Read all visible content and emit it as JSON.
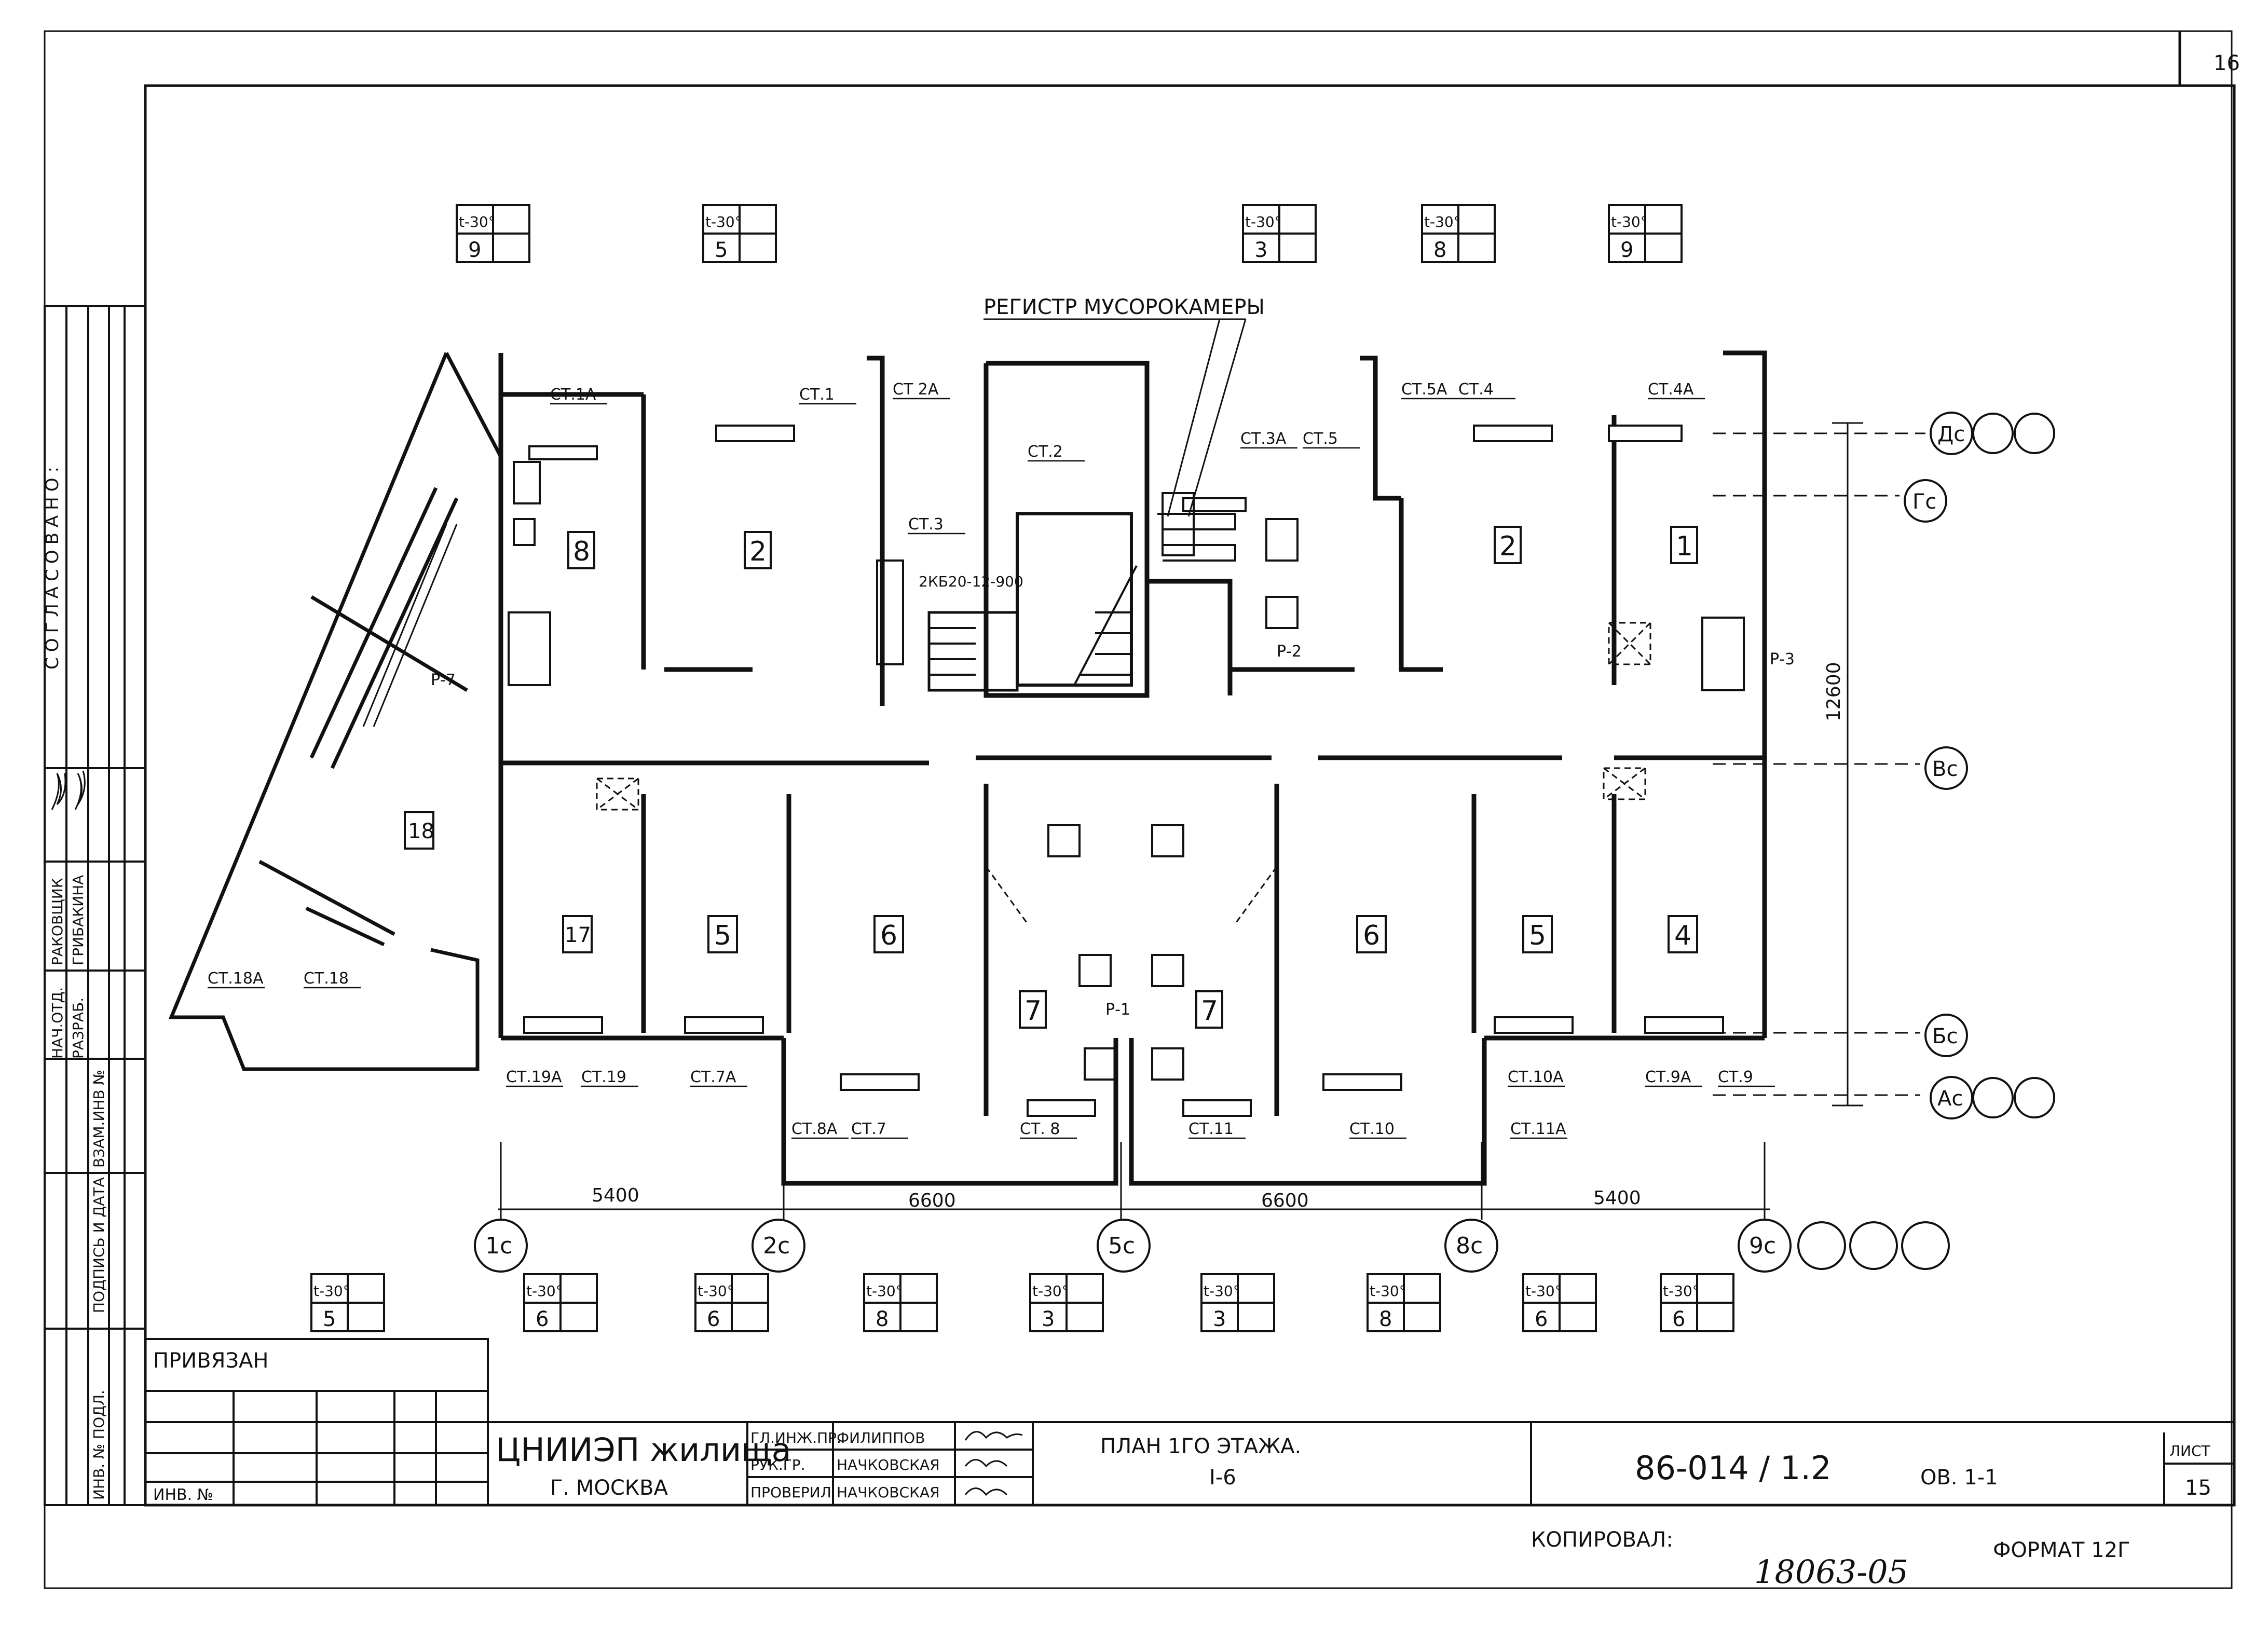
{
  "sheet": {
    "corner_number": "16",
    "agreed": "СОГЛАСОВАНО:",
    "sheet_label": "ЛИСТ",
    "sheet_number": "15",
    "format": "ФОРМАТ 12Г",
    "copied_by": "КОПИРОВАЛ:",
    "copy_number": "18063-05",
    "project_code": "86-014 / 1.2",
    "doc_code": "ОВ. 1-1",
    "title_line1": "ПЛАН 1ГО ЭТАЖА.",
    "title_line2": "I-6",
    "org_line1": "ЦНИИЭП жилища",
    "org_line2": "Г. МОСКВА",
    "tied": "ПРИВЯЗАН",
    "inv_no": "ИНВ. №"
  },
  "left_stamp": {
    "rows": [
      {
        "role": "НАЧ.ОТД.",
        "name": "РАКОВЩИК"
      },
      {
        "role": "РАЗРАБ.",
        "name": "ГРИБАКИНА"
      }
    ],
    "side_labels": [
      "ВЗАМ.ИНВ №",
      "ПОДПИСЬ И ДАТА",
      "ИНВ. № ПОДЛ."
    ]
  },
  "title_block": {
    "people": [
      {
        "role": "ГЛ.ИНЖ.ПР.",
        "name": "ФИЛИППОВ"
      },
      {
        "role": "РУК.ГР.",
        "name": "НАЧКОВСКАЯ"
      },
      {
        "role": "ПРОВЕРИЛ",
        "name": "НАЧКОВСКАЯ"
      }
    ]
  },
  "plan": {
    "register_label": "РЕГИСТР МУСОРОКАМЕРЫ",
    "axes_bottom": [
      "1с",
      "2с",
      "5с",
      "8с",
      "9с"
    ],
    "axes_right": [
      "Дс",
      "Гс",
      "Вс",
      "Бс",
      "Ас"
    ],
    "dims_bottom": [
      "5400",
      "6600",
      "6600",
      "5400"
    ],
    "dim_right": "12600",
    "rooms": [
      "8",
      "2",
      "2",
      "1",
      "18",
      "17",
      "5",
      "6",
      "7",
      "7",
      "6",
      "5",
      "4"
    ],
    "risers": [
      "СТ.1А",
      "СТ.1",
      "СТ 2А",
      "СТ.2",
      "СТ.3",
      "СТ.3А",
      "СТ.5",
      "СТ.5А",
      "СТ.4",
      "СТ.4А",
      "СТ.18А",
      "СТ.18",
      "СТ.19А",
      "СТ.19",
      "СТ.7А",
      "СТ.8А",
      "СТ.7",
      "СТ. 8",
      "СТ.11",
      "СТ.10",
      "СТ.11А",
      "СТ.10А",
      "СТ.9А",
      "СТ.9"
    ],
    "regs": [
      "Р-7",
      "Р-2",
      "Р-3",
      "Р-1"
    ],
    "device": "2КБ20-12-900"
  },
  "temp_boxes_top": [
    {
      "t": "t-30°",
      "n": "9"
    },
    {
      "t": "t-30°",
      "n": "5"
    },
    {
      "t": "t-30°",
      "n": "3"
    },
    {
      "t": "t-30°",
      "n": "8"
    },
    {
      "t": "t-30°",
      "n": "9"
    }
  ],
  "temp_boxes_bottom": [
    {
      "t": "t-30°",
      "n": "5"
    },
    {
      "t": "t-30°",
      "n": "6"
    },
    {
      "t": "t-30°",
      "n": "6"
    },
    {
      "t": "t-30°",
      "n": "8"
    },
    {
      "t": "t-30°",
      "n": "3"
    },
    {
      "t": "t-30°",
      "n": "3"
    },
    {
      "t": "t-30°",
      "n": "8"
    },
    {
      "t": "t-30°",
      "n": "6"
    },
    {
      "t": "t-30°",
      "n": "6"
    }
  ]
}
